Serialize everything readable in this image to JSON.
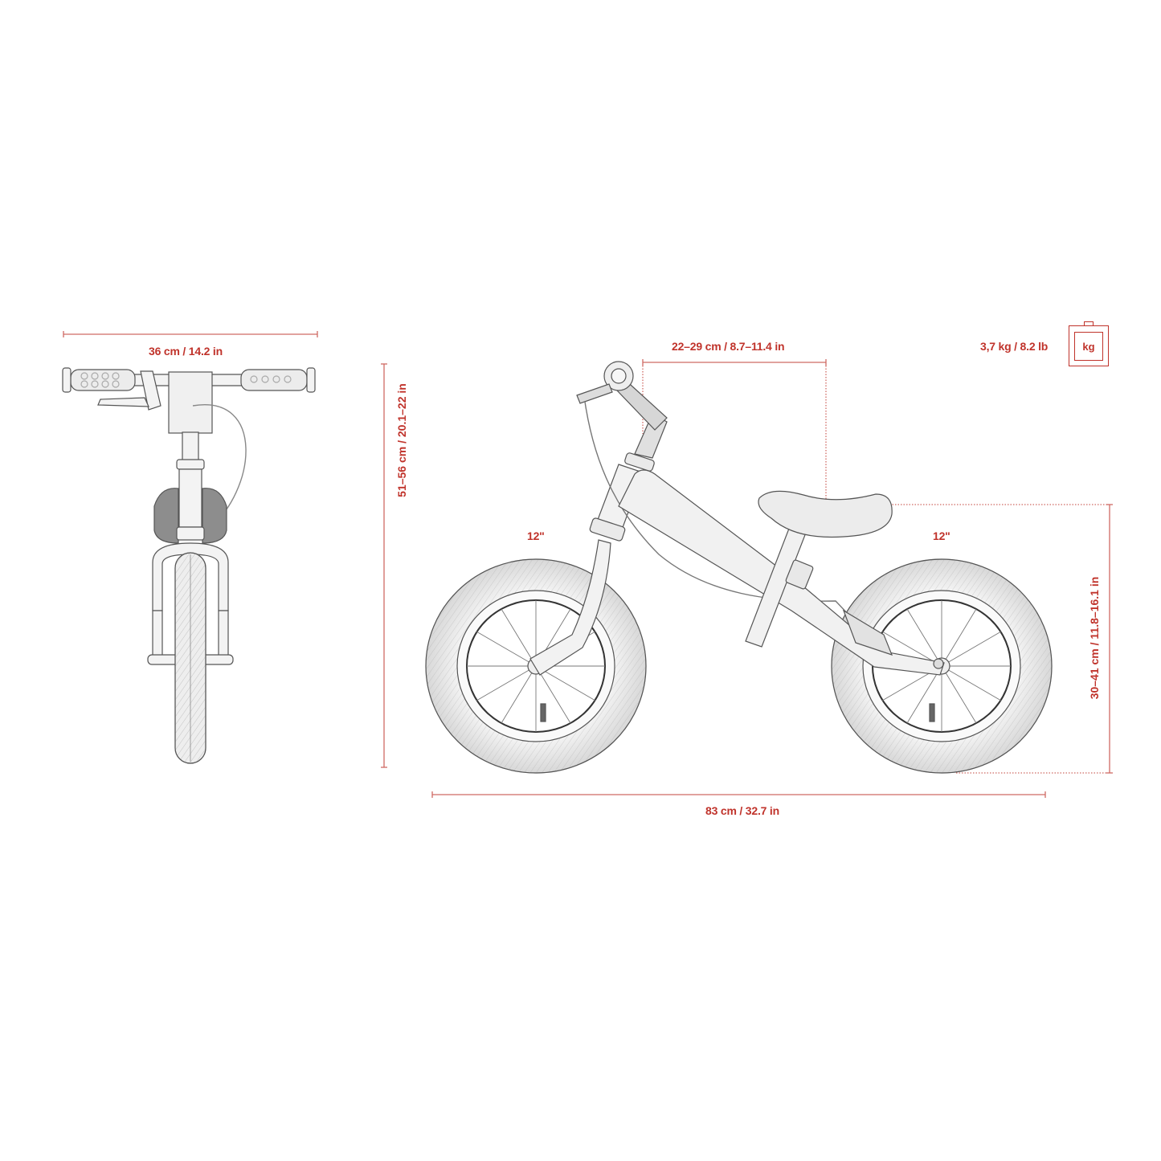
{
  "diagram": {
    "subject": "Children's balance bike dimension sheet",
    "accent_color": "#c0332b",
    "line_color": "#cf6a63",
    "views": [
      "front-view",
      "side-view"
    ]
  },
  "front_view": {
    "handlebar_width_label": "36 cm / 14.2 in",
    "overall_height_label": "51–56 cm / 20.1–22 in"
  },
  "side_view": {
    "reach_label": "22–29 cm / 8.7–11.4 in",
    "front_wheel_label": "12\"",
    "rear_wheel_label": "12\"",
    "seat_height_label": "30–41 cm / 11.8–16.1 in",
    "overall_length_label": "83 cm / 32.7 in"
  },
  "weight": {
    "label": "3,7 kg / 8.2 lb",
    "icon_text": "kg",
    "icon": "weight-icon"
  }
}
